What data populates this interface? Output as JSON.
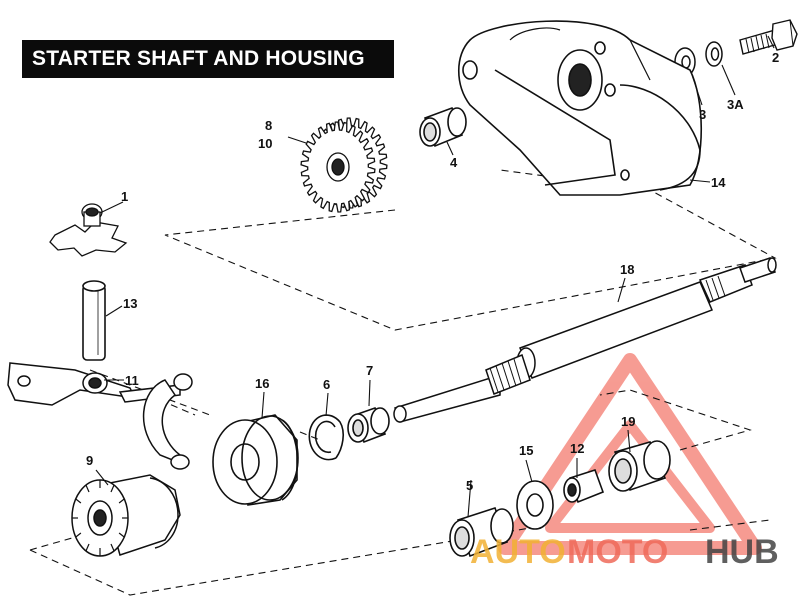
{
  "title": "STARTER SHAFT AND HOUSING",
  "watermark": {
    "part1": "AUTO",
    "part2": "MOTO",
    "part3": "HUB"
  },
  "callouts": {
    "c1": "1",
    "c2": "2",
    "c3": "3",
    "c3a": "3A",
    "c4": "4",
    "c5": "5",
    "c6": "6",
    "c7": "7",
    "c8": "8",
    "c10": "10",
    "c9": "9",
    "c11": "11",
    "c12": "12",
    "c13": "13",
    "c14": "14",
    "c15": "15",
    "c16": "16",
    "c18": "18",
    "c19": "19"
  },
  "colors": {
    "ink": "#111111",
    "watermark_red": "#ef4a3a",
    "watermark_orange": "#f2b134"
  }
}
